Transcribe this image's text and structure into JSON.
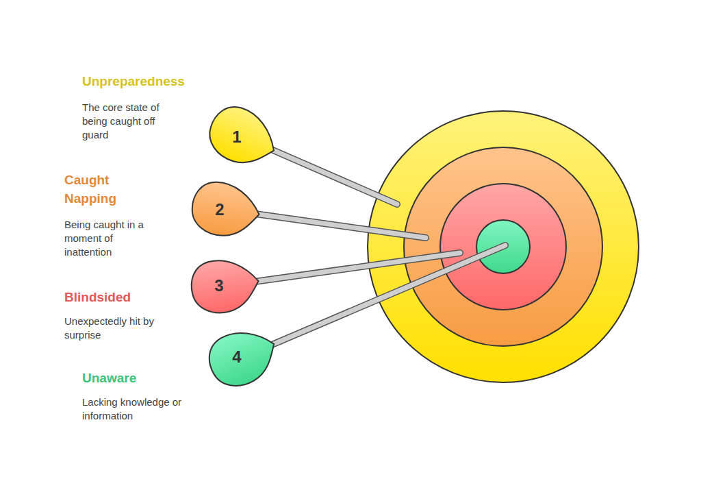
{
  "diagram": {
    "nodes": [
      {
        "text": [
          "1"
        ]
      },
      {
        "text": [
          "2"
        ]
      },
      {
        "text": [
          "3"
        ]
      },
      {
        "text": [
          "4"
        ]
      }
    ],
    "labels": [
      "Unpreparedness",
      "The core state of being caught off guard",
      "Caught Napping",
      "Being caught in a moment of inattention",
      "Blindsided",
      "Unexpectedly hit by surprise",
      "Unaware",
      "Lacking knowledge or information"
    ]
  }
}
